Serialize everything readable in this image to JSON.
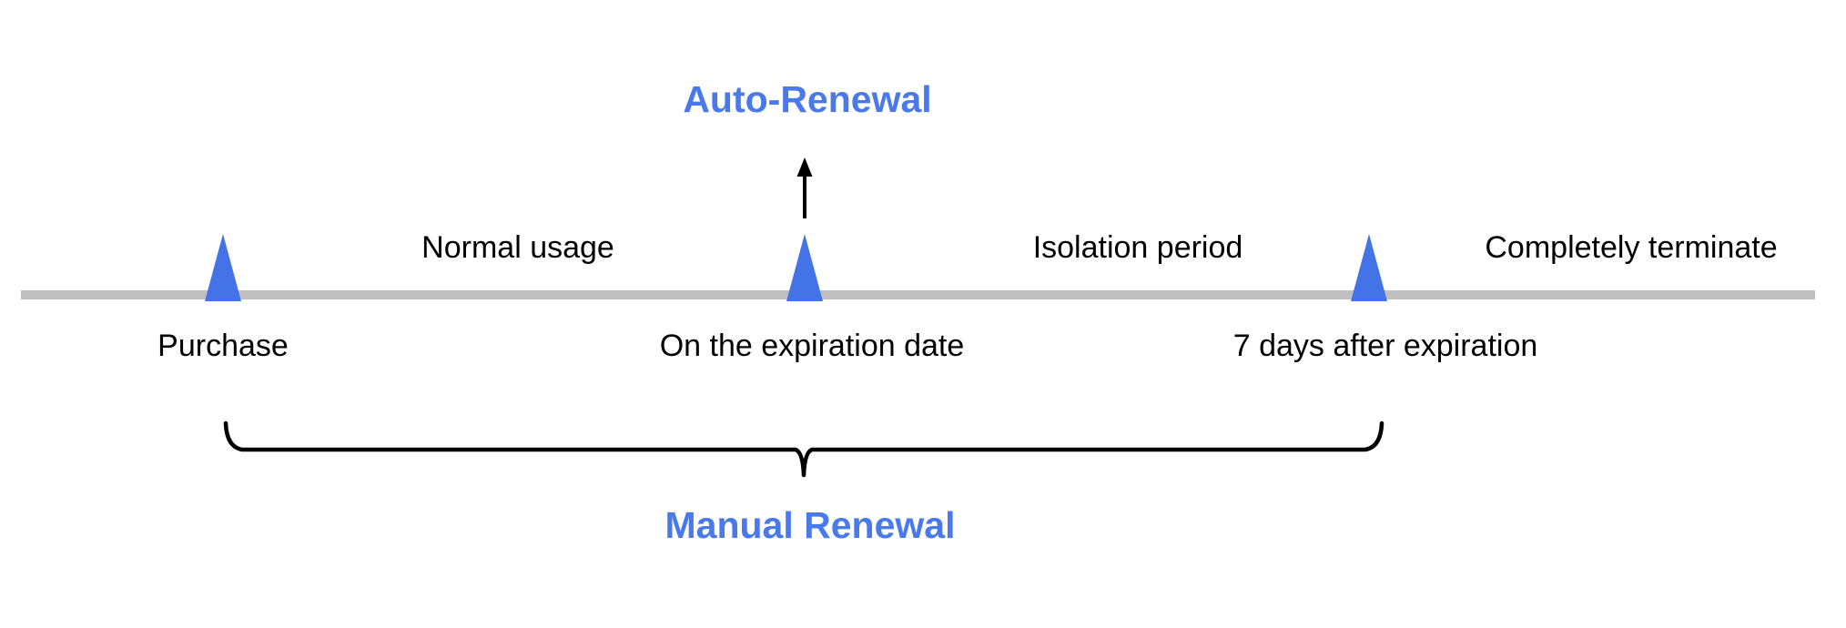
{
  "diagram": {
    "auto_renewal_label": "Auto-Renewal",
    "manual_renewal_label": "Manual Renewal",
    "milestones": [
      {
        "label": "Purchase"
      },
      {
        "label": "On the expiration date"
      },
      {
        "label": "7 days after expiration"
      }
    ],
    "phases": [
      {
        "label": "Normal usage"
      },
      {
        "label": "Isolation period"
      },
      {
        "label": "Completely terminate"
      }
    ],
    "icons": {
      "marker": "triangle-marker-icon",
      "arrow": "up-arrow-icon",
      "brace": "underbrace-icon"
    },
    "colors": {
      "accent_blue": "#4473e8",
      "title_blue": "#4a79ec",
      "timeline_gray": "#bfbfbf",
      "text_black": "#000000"
    }
  }
}
